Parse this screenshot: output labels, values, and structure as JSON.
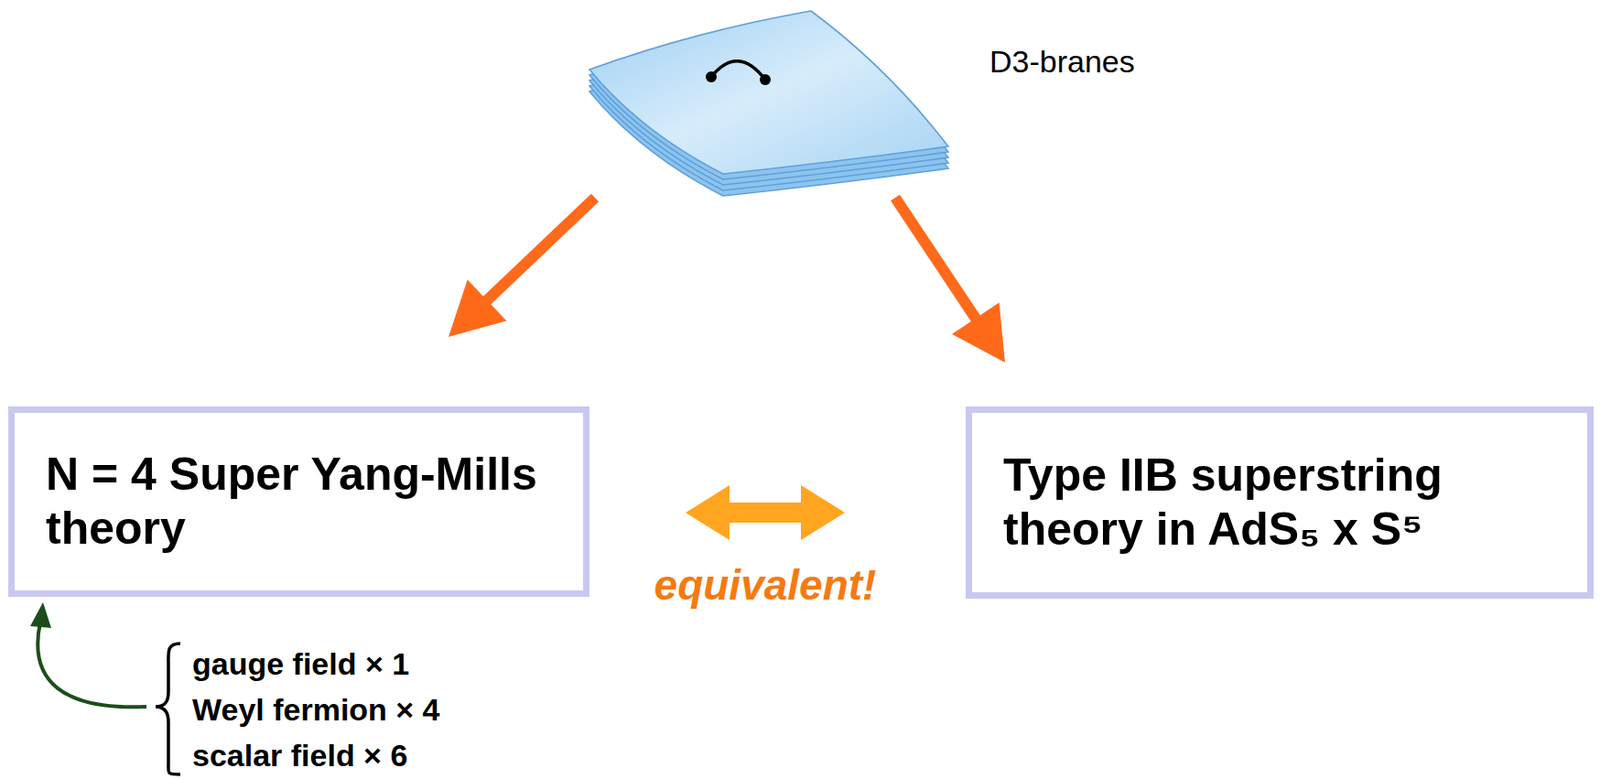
{
  "diagram": {
    "nodes": [
      {
        "text": [
          "D3-branes"
        ]
      },
      {
        "text": [
          "N = 4 Super Yang-Mills theory"
        ]
      },
      {
        "text": [
          "Type IIB superstring theory in AdS₅ x S⁵"
        ]
      }
    ],
    "edges": [
      {
        "from": 0,
        "to": 1,
        "arrow": "to"
      },
      {
        "from": 0,
        "to": 2,
        "arrow": "to"
      },
      {
        "from": 1,
        "to": 2,
        "arrow": "both",
        "label": "equivalent!"
      }
    ],
    "labels": [
      "gauge field × 1",
      "Weyl fermion × 4",
      "scalar field × 6"
    ]
  }
}
